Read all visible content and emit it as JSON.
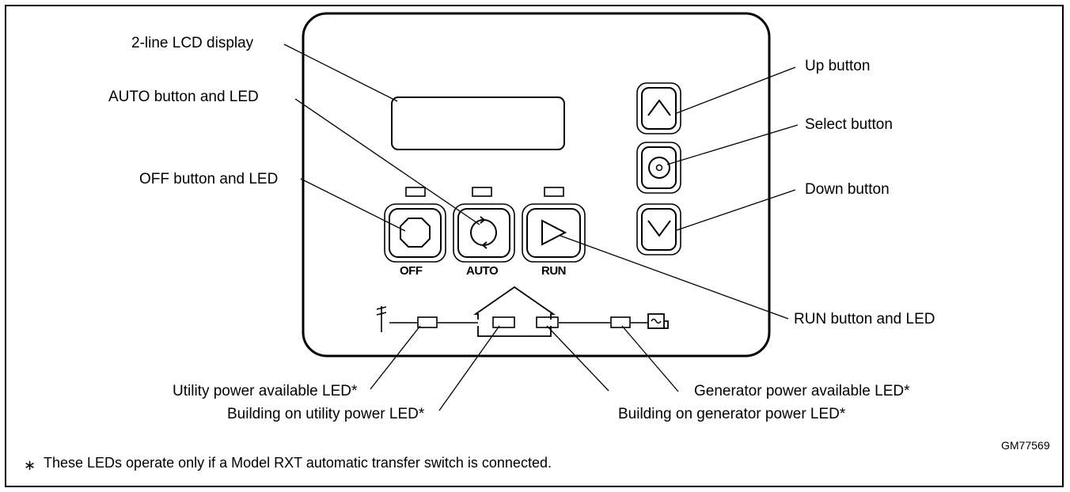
{
  "callouts": {
    "lcd": "2-line LCD display",
    "auto": "AUTO button and LED",
    "off": "OFF button and LED",
    "up": "Up button",
    "select": "Select button",
    "down": "Down button",
    "run": "RUN button and LED",
    "utility_available": "Utility power available LED*",
    "building_utility": "Building on utility power LED*",
    "building_generator": "Building on generator power LED*",
    "generator_available": "Generator power available LED*"
  },
  "panel_buttons": {
    "off": "OFF",
    "auto": "AUTO",
    "run": "RUN"
  },
  "figure_code": "GM77569",
  "footnote": {
    "symbol": "∗",
    "text": "These LEDs operate only if a Model RXT automatic transfer switch is connected."
  }
}
